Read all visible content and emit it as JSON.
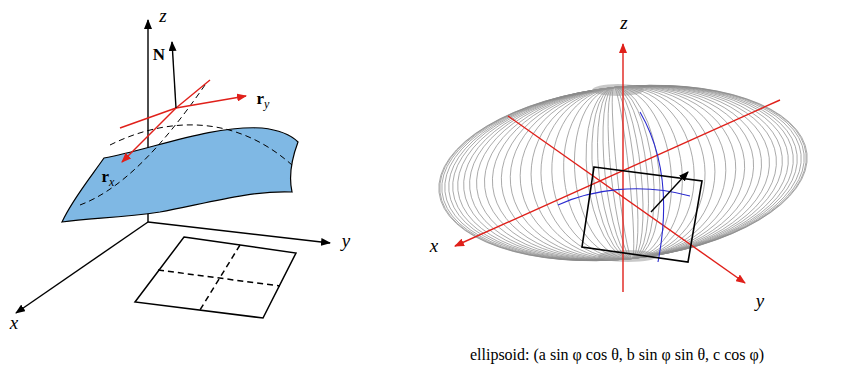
{
  "diagram": {
    "labels": [
      "z",
      "N",
      "rx",
      "ry",
      "y",
      "x",
      "z",
      "x",
      "y",
      "ellipsoid: (a sin φ cos θ, b sin φ sin θ, c cos φ)"
    ]
  }
}
